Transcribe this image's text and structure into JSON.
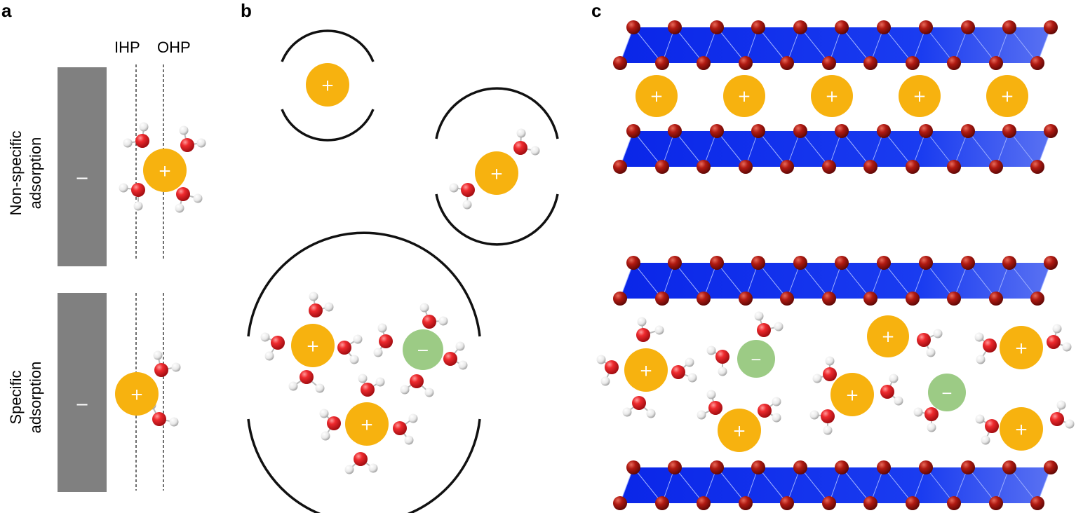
{
  "panels": {
    "a": {
      "label": "a",
      "plane_labels": [
        "IHP",
        "OHP"
      ],
      "electrode_sign": "−",
      "rows": [
        {
          "title_line1": "Non-specific",
          "title_line2": "adsorption"
        },
        {
          "title_line1": "Specific",
          "title_line2": "adsorption"
        }
      ]
    },
    "b": {
      "label": "b"
    },
    "c": {
      "label": "c"
    }
  },
  "symbols": {
    "cation": "+",
    "anion": "−"
  },
  "colors": {
    "cation": "#F7B20F",
    "anion": "#9CCB85",
    "oxygen": "#E8141B",
    "hydrogen": "#F2F2F2",
    "electrode": "#808080",
    "layer_blue": "#1133E6",
    "layer_atom": "#A8140F",
    "shell": "#111111"
  }
}
